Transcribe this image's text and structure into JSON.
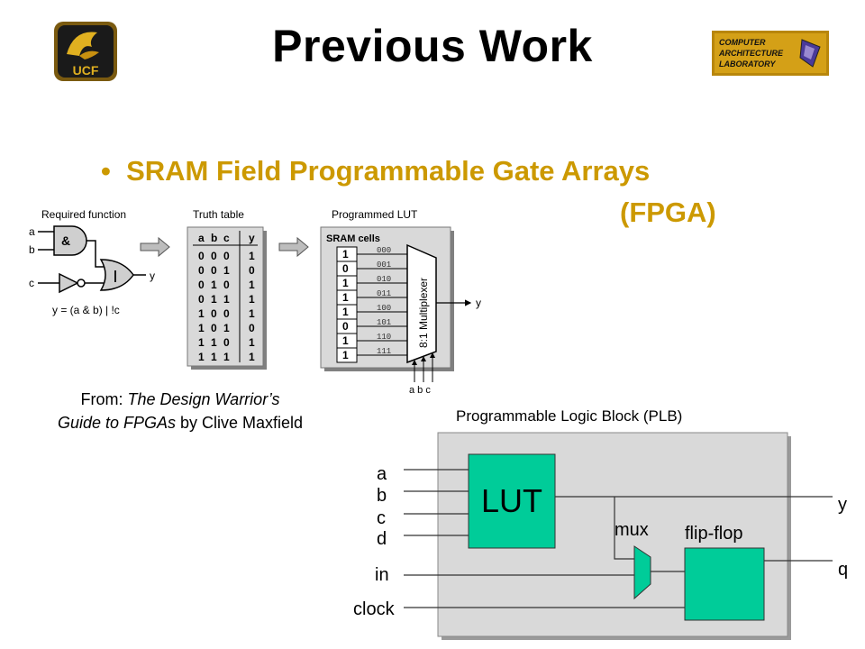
{
  "header": {
    "title": "Previous Work",
    "logo_left_text": "UCF",
    "logo_right_lines": [
      "COMPUTER",
      "ARCHITECTURE",
      "LABORATORY"
    ]
  },
  "bullet": {
    "line1": "SRAM Field Programmable Gate Arrays",
    "line2": "(FPGA)"
  },
  "figure_top": {
    "required_function_label": "Required function",
    "truth_table_label": "Truth table",
    "programmed_lut_label": "Programmed LUT",
    "sram_cells_label": "SRAM cells",
    "gate_and": "&",
    "gate_or": "|",
    "inputs": [
      "a",
      "b",
      "c"
    ],
    "output": "y",
    "equation": "y = (a & b) | !c",
    "truth_header": [
      "a",
      "b",
      "c",
      "y"
    ],
    "truth_rows": [
      [
        "0",
        "0",
        "0",
        "1"
      ],
      [
        "0",
        "0",
        "1",
        "0"
      ],
      [
        "0",
        "1",
        "0",
        "1"
      ],
      [
        "0",
        "1",
        "1",
        "1"
      ],
      [
        "1",
        "0",
        "0",
        "1"
      ],
      [
        "1",
        "0",
        "1",
        "0"
      ],
      [
        "1",
        "1",
        "0",
        "1"
      ],
      [
        "1",
        "1",
        "1",
        "1"
      ]
    ],
    "sram_values": [
      "1",
      "0",
      "1",
      "1",
      "1",
      "0",
      "1",
      "1"
    ],
    "mux_addresses": [
      "000",
      "001",
      "010",
      "011",
      "100",
      "101",
      "110",
      "111"
    ],
    "mux_label": "8:1 Multiplexer",
    "select_label": "a b c"
  },
  "citation": {
    "prefix": "From: ",
    "book_line1": "The Design Warrior’s",
    "book_line2": "Guide to FPGAs",
    "suffix": " by Clive Maxfield"
  },
  "plb": {
    "title": "Programmable Logic Block (PLB)",
    "lut_label": "LUT",
    "mux_label": "mux",
    "flipflop_label": "flip-flop",
    "inputs": [
      "a",
      "b",
      "c",
      "d"
    ],
    "in_label": "in",
    "clock_label": "clock",
    "out_y": "y",
    "out_q": "q"
  },
  "colors": {
    "title_gold": "#CC9900",
    "block_green": "#00CC99",
    "plb_gray": "#D9D9D9"
  }
}
